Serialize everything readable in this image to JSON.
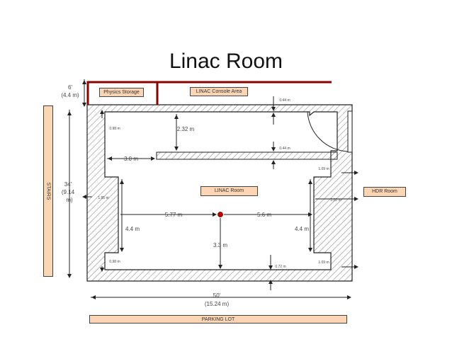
{
  "title": "Linac Room",
  "labels": {
    "physics_storage": "Physics Storage",
    "console_area": "LINAC Console Area",
    "linac_room": "LINAC Room",
    "hdr_room": "HDR Room",
    "parking_lot": "PARKING LOT",
    "stairs": "STAIRS"
  },
  "dims": {
    "top_left_ft": "6'",
    "top_left_m": "(4.4 m)",
    "left_ft": "34'",
    "left_m1": "(9.14",
    "left_m2": "m)",
    "bottom_ft": "50'",
    "bottom_m": "(15.24 m)",
    "d_232": "2.32 m",
    "d_30": "3.0 m",
    "d_577": "5.77 m",
    "d_56": "5.6 m",
    "d_44_left": "4.4 m",
    "d_44_right": "4.4 m",
    "d_33": "3.3 m",
    "d_044_top": "0.44 m",
    "d_044_mid": "0.44 m",
    "d_098_top": "0.98 m",
    "d_098_bot": "0.98 m",
    "d_185": "1.85 m",
    "d_109_top": "1.09 m",
    "d_109_bot": "1.09 m",
    "d_202": "2.02 m",
    "d_072": "0.72 m"
  },
  "colors": {
    "wall_red": "#8b0000",
    "box_fill": "#fcd5b5",
    "isocenter": "#c00000"
  }
}
